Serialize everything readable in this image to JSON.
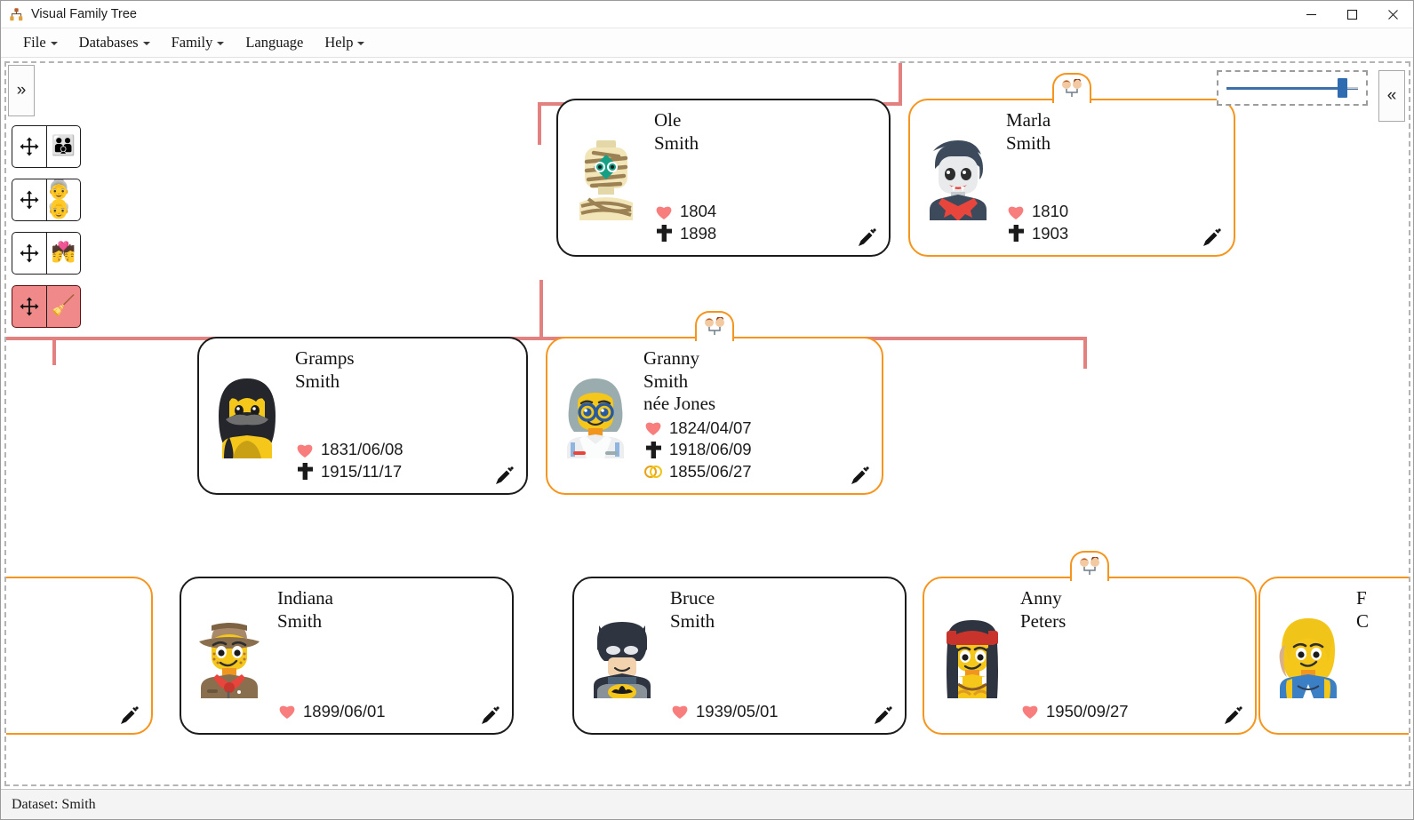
{
  "window": {
    "title": "Visual Family Tree",
    "icon": "family-tree-icon",
    "minimize": "—",
    "maximize": "☐",
    "close": "✕"
  },
  "menu": [
    {
      "label": "File",
      "has_caret": true
    },
    {
      "label": "Databases",
      "has_caret": true
    },
    {
      "label": "Family",
      "has_caret": true
    },
    {
      "label": "Language",
      "has_caret": false
    },
    {
      "label": "Help",
      "has_caret": true
    }
  ],
  "left_panel": {
    "expand_label": "»",
    "tools": [
      {
        "name": "family-tool",
        "emoji": "👪",
        "move_icon": "move-cross-icon",
        "active": false
      },
      {
        "name": "grandparents-tool",
        "emoji": "👵👴",
        "move_icon": "move-cross-icon",
        "active": false
      },
      {
        "name": "couple-tool",
        "emoji": "💏",
        "move_icon": "move-cross-icon",
        "active": false
      },
      {
        "name": "cleanup-tool",
        "emoji": "🧹",
        "move_icon": "move-cross-icon",
        "active": true
      }
    ]
  },
  "zoom_control": {
    "name": "zoom-slider",
    "value_percent": 88,
    "collapse_label": "«"
  },
  "statusbar": {
    "text": "Dataset: Smith"
  },
  "colors": {
    "highlight_border": "#f5951d",
    "default_border": "#1b1b1b",
    "connector": "#e38080",
    "active_tool_bg": "#f08a8a",
    "slider": "#2f6bb0"
  },
  "icons": {
    "birth": "heart-icon",
    "death": "cross-icon",
    "marriage": "wedding-rings-icon",
    "edit": "pencil-icon",
    "badge": "family-tree-badge-icon"
  },
  "people": [
    {
      "id": "ole",
      "first": "Ole",
      "last": "Smith",
      "maiden": "",
      "birth": "1804",
      "death": "1898",
      "marriage": "",
      "highlight": false,
      "badge": false,
      "avatar": "mummy"
    },
    {
      "id": "marla",
      "first": "Marla",
      "last": "Smith",
      "maiden": "",
      "birth": "1810",
      "death": "1903",
      "marriage": "",
      "highlight": true,
      "badge": true,
      "avatar": "vampire"
    },
    {
      "id": "gramps",
      "first": "Gramps",
      "last": "Smith",
      "maiden": "",
      "birth": "1831/06/08",
      "death": "1915/11/17",
      "marriage": "",
      "highlight": false,
      "badge": false,
      "avatar": "caveman"
    },
    {
      "id": "granny",
      "first": "Granny",
      "last": "Smith",
      "maiden": "née Jones",
      "birth": "1824/04/07",
      "death": "1918/06/09",
      "marriage": "1855/06/27",
      "highlight": true,
      "badge": true,
      "avatar": "granny"
    },
    {
      "id": "clipped-left",
      "first": "",
      "last": "",
      "maiden": "",
      "birth": "",
      "death": "",
      "marriage": "",
      "highlight": true,
      "badge": true,
      "avatar": "none"
    },
    {
      "id": "indiana",
      "first": "Indiana",
      "last": "Smith",
      "maiden": "",
      "birth": "1899/06/01",
      "death": "",
      "marriage": "",
      "highlight": false,
      "badge": false,
      "avatar": "explorer"
    },
    {
      "id": "bruce",
      "first": "Bruce",
      "last": "Smith",
      "maiden": "",
      "birth": "1939/05/01",
      "death": "",
      "marriage": "",
      "highlight": false,
      "badge": false,
      "avatar": "batman"
    },
    {
      "id": "anny",
      "first": "Anny",
      "last": "Peters",
      "maiden": "",
      "birth": "1950/09/27",
      "death": "",
      "marriage": "",
      "highlight": true,
      "badge": true,
      "avatar": "native"
    },
    {
      "id": "clipped-right",
      "first": "F",
      "last": "C",
      "maiden": "",
      "birth": "",
      "death": "",
      "marriage": "",
      "highlight": true,
      "badge": false,
      "avatar": "blonde"
    }
  ]
}
